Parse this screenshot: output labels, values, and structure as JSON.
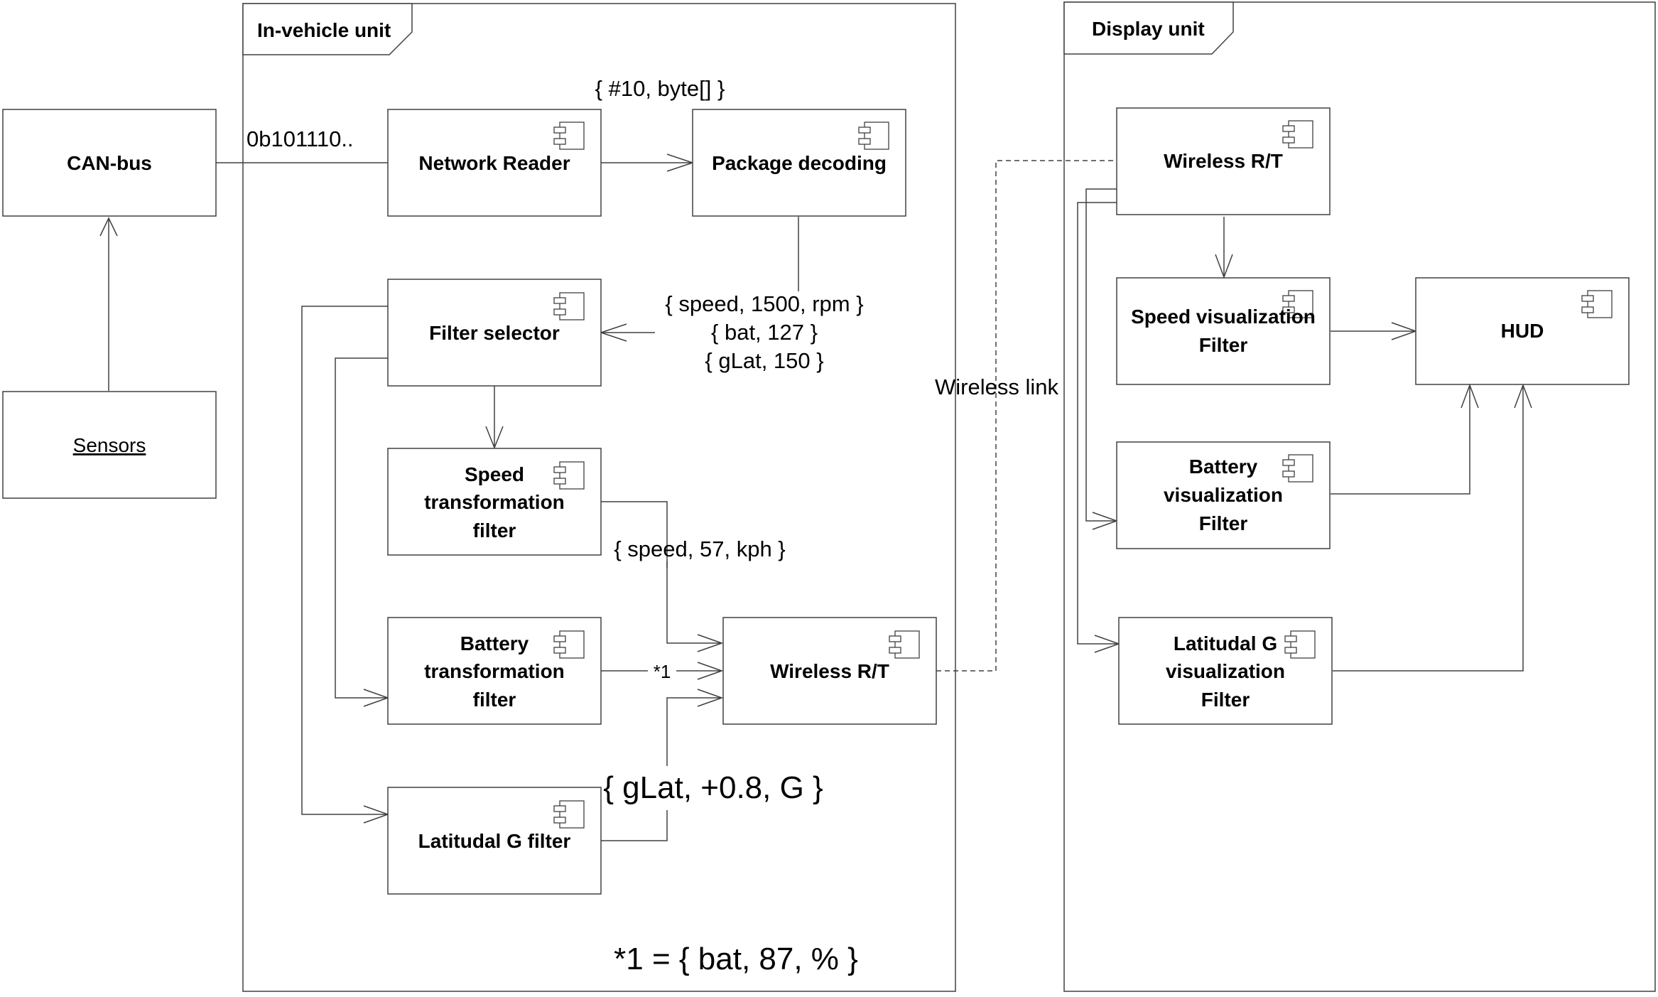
{
  "frames": {
    "in_vehicle": "In-vehicle unit",
    "display": "Display unit"
  },
  "nodes": {
    "can_bus": "CAN-bus",
    "sensors": "Sensors",
    "network_reader": "Network Reader",
    "package_decoding": "Package decoding",
    "filter_selector": "Filter selector",
    "speed_transform": [
      "Speed",
      "transformation",
      "filter"
    ],
    "battery_transform": [
      "Battery",
      "transformation",
      "filter"
    ],
    "latg_filter": "Latitudal G filter",
    "wireless_rt_vehicle": "Wireless R/T",
    "wireless_rt_display": "Wireless R/T",
    "speed_vis": [
      "Speed visualization",
      "Filter"
    ],
    "battery_vis": [
      "Battery",
      "visualization",
      "Filter"
    ],
    "latg_vis": [
      "Latitudal G",
      "visualization",
      "Filter"
    ],
    "hud": "HUD"
  },
  "labels": {
    "can_data": "0b101110..",
    "raw_packet": "{ #10, byte[] }",
    "decoded": [
      "{ speed, 1500, rpm }",
      "{ bat, 127 }",
      "{ gLat, 150 }"
    ],
    "speed_out": "{ speed, 57, kph }",
    "battery_ref": "*1",
    "glat_out": "{ gLat, +0.8, G }",
    "wireless_link": "Wireless link",
    "footnote": "*1 = { bat, 87, % }"
  }
}
